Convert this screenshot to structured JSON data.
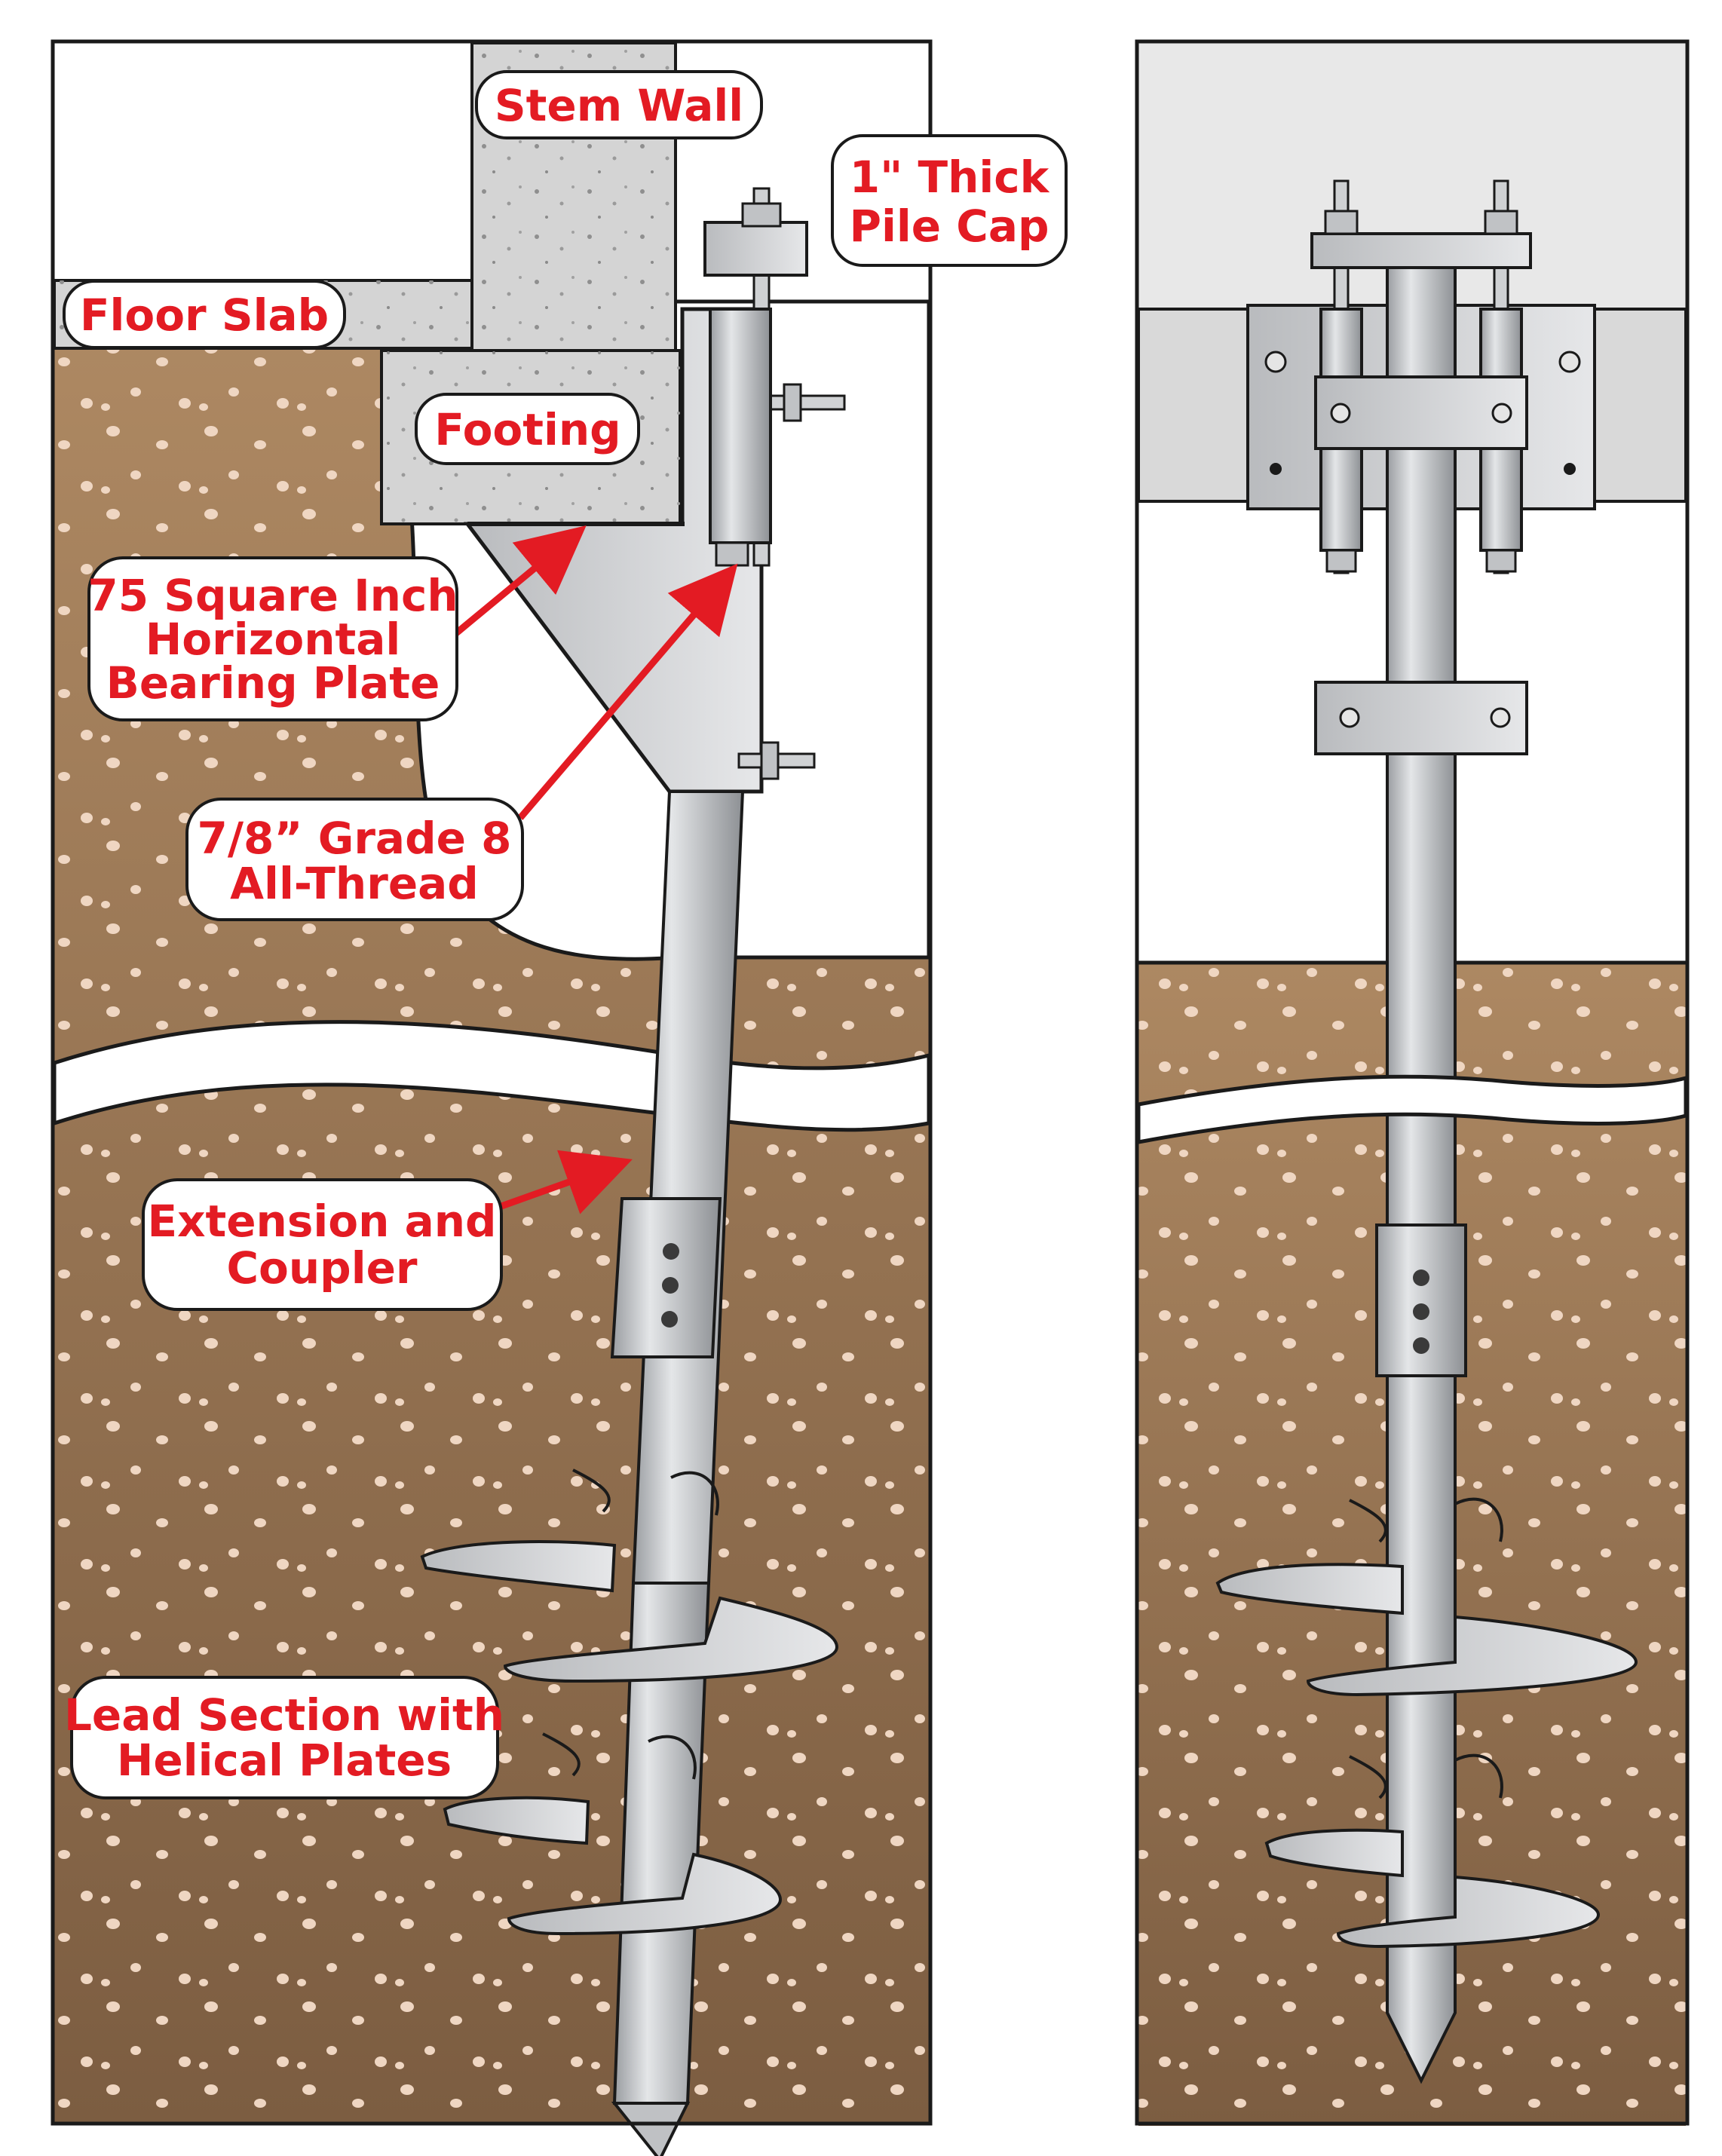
{
  "labels": {
    "stem_wall": "Stem Wall",
    "pile_cap_line1": "1\" Thick",
    "pile_cap_line2": "Pile Cap",
    "floor_slab": "Floor Slab",
    "footing": "Footing",
    "bearing_plate_line1": "75 Square Inch",
    "bearing_plate_line2": "Horizontal",
    "bearing_plate_line3": "Bearing Plate",
    "all_thread_line1": "7/8” Grade 8",
    "all_thread_line2": "All-Thread",
    "extension_line1": "Extension and",
    "extension_line2": "Coupler",
    "lead_line1": "Lead Section with",
    "lead_line2": "Helical Plates"
  },
  "colors": {
    "label_red": "#e31b23",
    "soil": "#a07e5c",
    "soil_dark": "#7a5c40",
    "concrete": "#d4d4d4",
    "steel": "#c4c6c9",
    "outline": "#1a1a1a"
  }
}
